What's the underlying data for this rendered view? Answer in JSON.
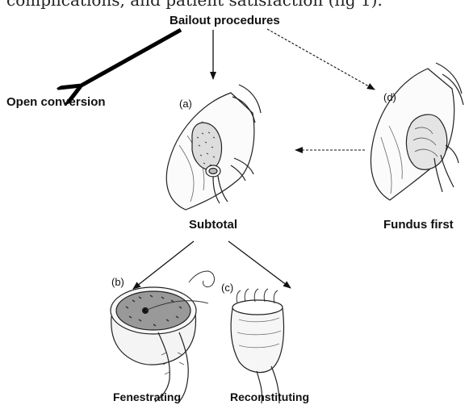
{
  "top_text": "complications, and patient satisfaction (fig 1).",
  "root": "Bailout procedures",
  "open": "Open conversion",
  "label_a": "(a)",
  "label_d": "(d)",
  "label_b": "(b)",
  "label_c": "(c)",
  "subtotal": "Subtotal",
  "fundus": "Fundus first",
  "fenestrating": "Fenestrating",
  "reconstituting": "Reconstituting"
}
